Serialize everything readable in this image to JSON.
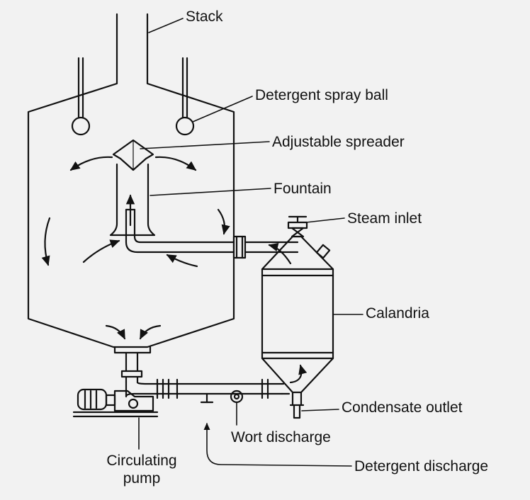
{
  "diagram": {
    "labels": {
      "stack": "Stack",
      "spray_ball": "Detergent spray ball",
      "spreader": "Adjustable spreader",
      "fountain": "Fountain",
      "steam_inlet": "Steam inlet",
      "calandria": "Calandria",
      "condensate_outlet": "Condensate outlet",
      "wort_discharge": "Wort discharge",
      "detergent_discharge": "Detergent discharge",
      "circulating_pump_line1": "Circulating",
      "circulating_pump_line2": "pump"
    },
    "colors": {
      "background": "#f2f2f2",
      "stroke": "#111111"
    }
  }
}
